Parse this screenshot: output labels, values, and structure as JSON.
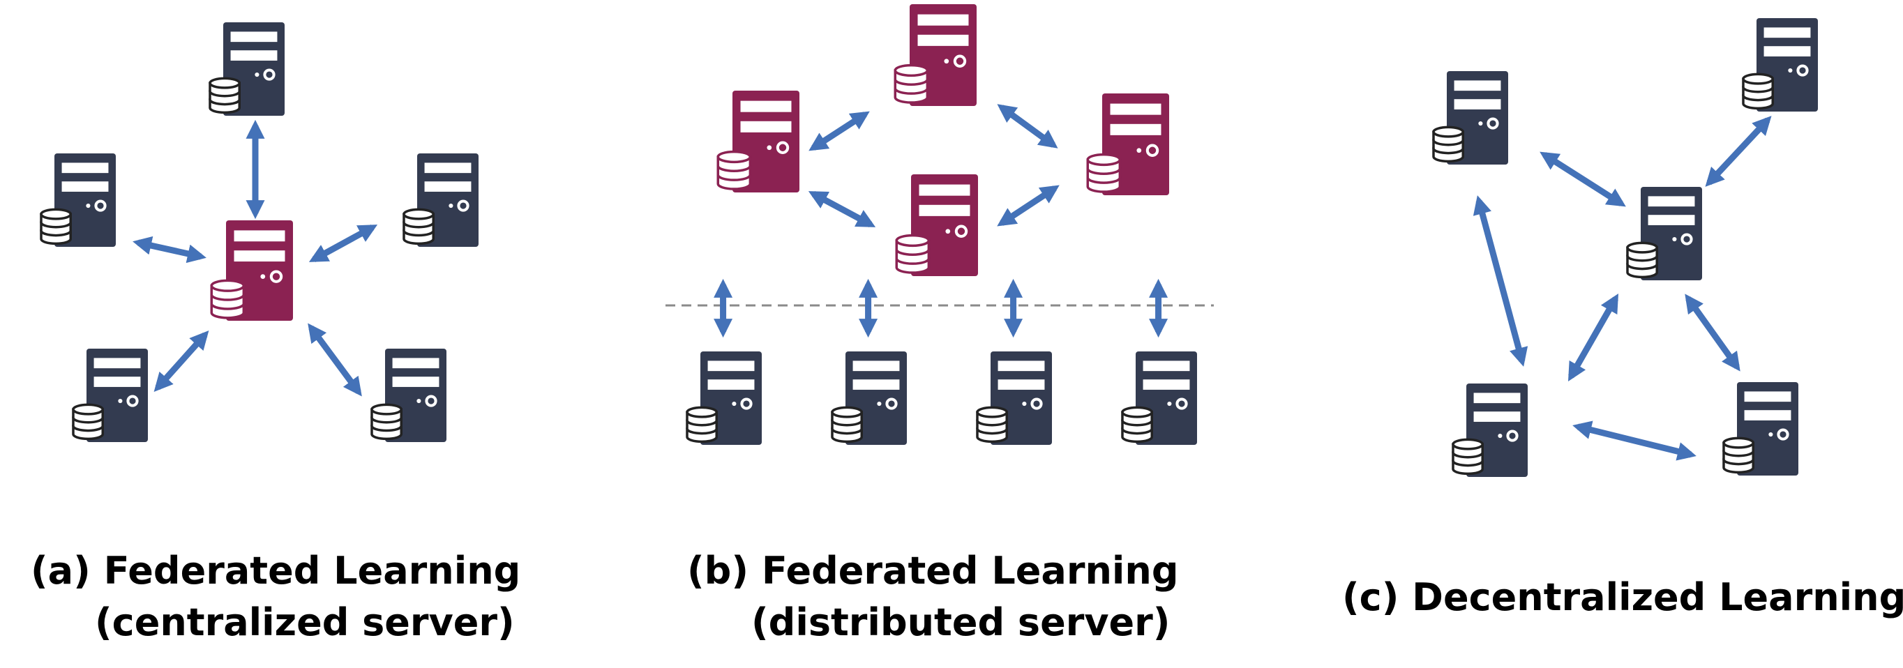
{
  "colors": {
    "client_server": "#333b50",
    "aggregator_server": "#8b2252",
    "arrow": "#4472b8",
    "divider": "#8a8a8a",
    "database_icon_stroke": "#222222"
  },
  "icons": {
    "client": "server-tower-icon",
    "aggregator": "server-tower-icon",
    "data_store": "database-icon"
  },
  "panels": [
    {
      "id": "a",
      "caption_line1": "(a) Federated Learning",
      "caption_line2": "(centralized server)"
    },
    {
      "id": "b",
      "caption_line1": "(b) Federated Learning",
      "caption_line2": "(distributed server)"
    },
    {
      "id": "c",
      "caption_line1": "(c) Decentralized Learning",
      "caption_line2": ""
    }
  ]
}
